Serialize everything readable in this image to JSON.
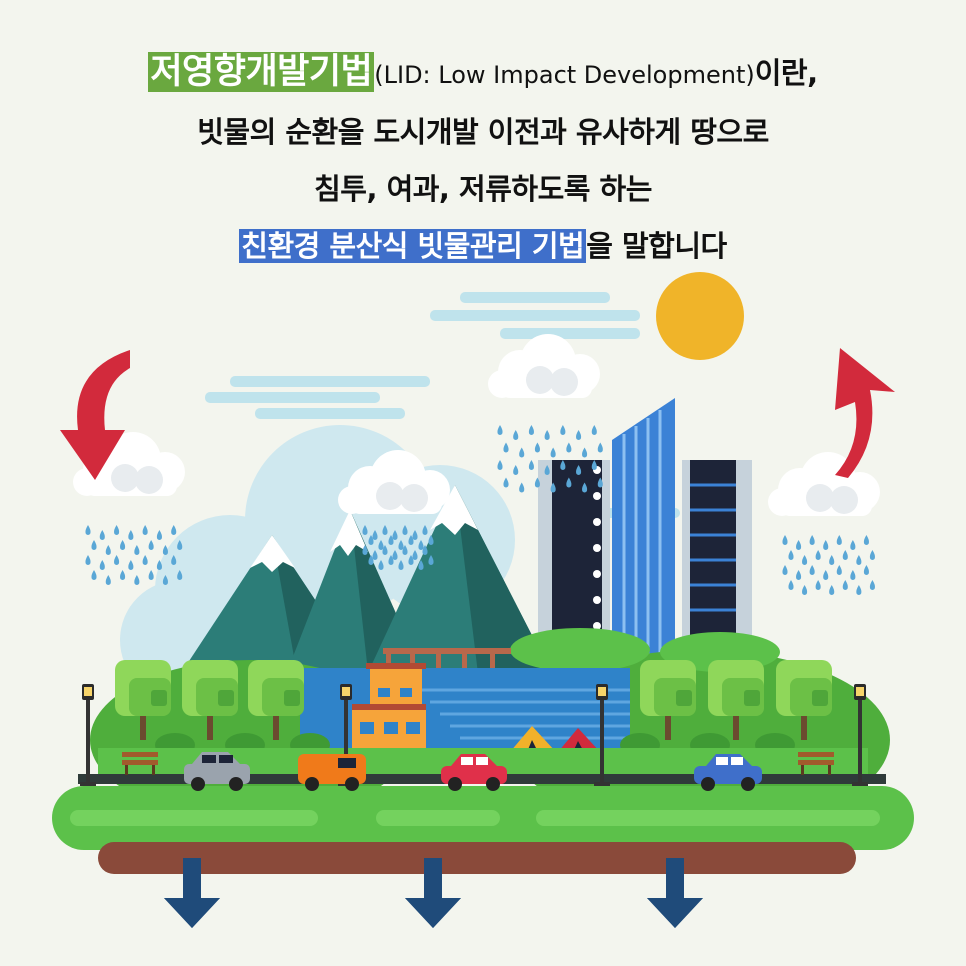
{
  "headline": {
    "term": "저영향개발기법",
    "term_english": "(LID: Low Impact Development)",
    "suffix1": "이란,",
    "line2": "빗물의 순환을 도시개발 이전과 유사하게 땅으로",
    "line3": "침투, 여과, 저류하도록 하는",
    "highlight2": "친환경 분산식 빗물관리 기법",
    "suffix4": "을 말합니다"
  },
  "colors": {
    "term_highlight": "#6aa83f",
    "method_highlight": "#3f6fca",
    "arrow_red": "#d22a3c",
    "arrow_down_blue": "#1f4b7a",
    "sun": "#f0b429",
    "grass": "#5cc14a",
    "soil": "#8a4a3a",
    "water": "#2f83c9"
  },
  "icons": [
    "sun-icon",
    "cloud-icon",
    "rain-icon",
    "mountain-icon",
    "building-icon",
    "tree-icon",
    "house-icon",
    "car-icon",
    "tent-icon",
    "street-lamp-icon",
    "bench-icon",
    "down-arrow-icon",
    "curved-arrow-icon"
  ]
}
